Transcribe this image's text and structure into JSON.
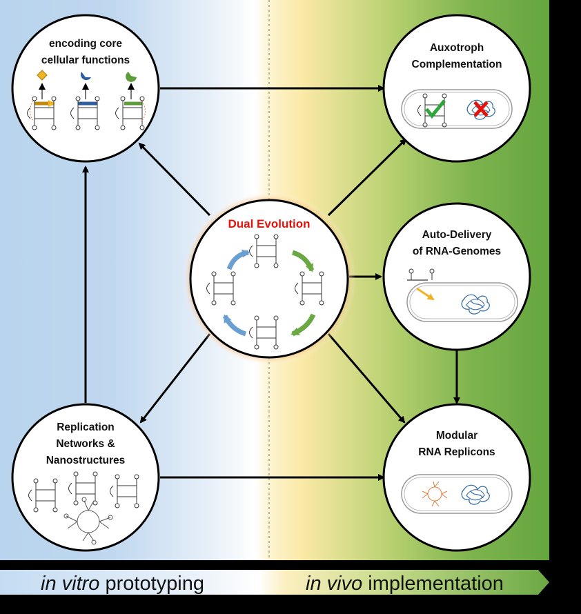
{
  "nodes": {
    "core": {
      "lines": [
        "encoding core",
        "cellular functions"
      ]
    },
    "auxotroph": {
      "lines": [
        "Auxotroph",
        "Complementation"
      ]
    },
    "dual": {
      "lines": [
        "Dual Evolution"
      ]
    },
    "delivery": {
      "lines": [
        "Auto-Delivery",
        "of RNA-Genomes"
      ]
    },
    "networks": {
      "lines": [
        "Replication",
        "Networks  &",
        "Nanostructures"
      ]
    },
    "replicons": {
      "lines": [
        "Modular",
        "RNA Replicons"
      ]
    }
  },
  "footer": {
    "left_em": "in vitro",
    "left_rest": " prototyping",
    "right_em": "in vivo",
    "right_rest": " implementation"
  },
  "colors": {
    "in_vitro_blue": "#b9d4ee",
    "in_vivo_green": "#6aa843",
    "yellow": "#fbe9a6",
    "dual_title_red": "#e3120b",
    "glow_orange": "#f28b30",
    "arrow_blue": "#6a9fd2",
    "arrow_green": "#6aa843"
  }
}
